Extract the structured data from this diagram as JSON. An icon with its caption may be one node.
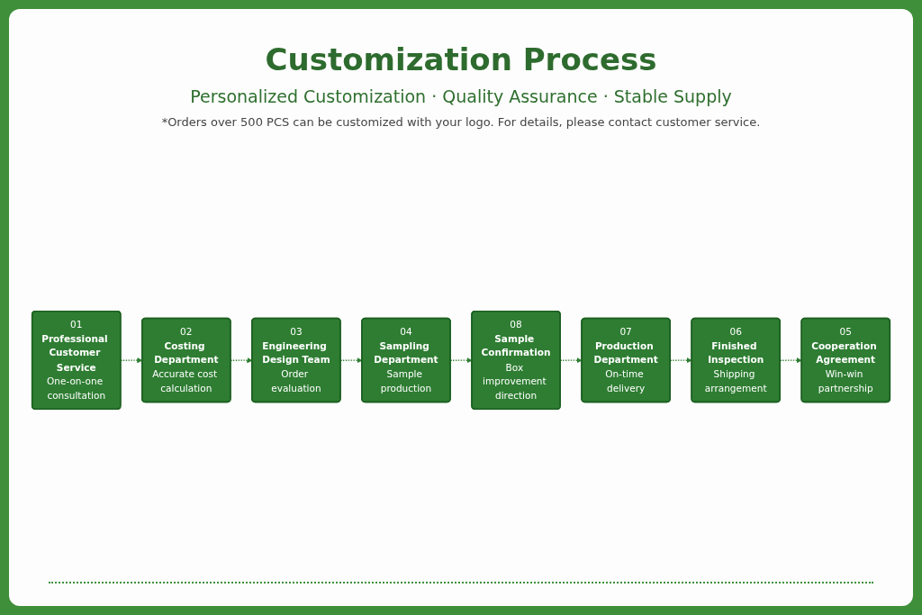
{
  "diagram": {
    "title": "Customization Process",
    "nodes": [
      {
        "text": [
          "01",
          "Professional Customer Service",
          "One-on-one consultation"
        ]
      },
      {
        "text": [
          "02",
          "Costing Department",
          "Accurate cost calculation"
        ]
      },
      {
        "text": [
          "03",
          "Engineering Design Team",
          "Order evaluation"
        ]
      },
      {
        "text": [
          "04",
          "Sampling Department",
          "Sample production"
        ]
      },
      {
        "text": [
          "05",
          "Cooperation Agreement",
          "Win-win partnership"
        ]
      },
      {
        "text": [
          "06",
          "Finished Inspection",
          "Shipping arrangement"
        ]
      },
      {
        "text": [
          "07",
          "Production Department",
          "On-time delivery"
        ]
      },
      {
        "text": [
          "08",
          "Sample Confirmation",
          "Box improvement direction"
        ]
      }
    ],
    "edges": [
      {
        "from": 0,
        "to": 1,
        "arrow": "to",
        "style": "dashed"
      },
      {
        "from": 1,
        "to": 2,
        "arrow": "to",
        "style": "dashed"
      },
      {
        "from": 2,
        "to": 3,
        "arrow": "to",
        "style": "dashed"
      },
      {
        "from": 3,
        "to": 7,
        "arrow": "to",
        "style": "dashed"
      },
      {
        "from": 7,
        "to": 6,
        "arrow": "to",
        "style": "dashed"
      },
      {
        "from": 6,
        "to": 5,
        "arrow": "to",
        "style": "dashed"
      },
      {
        "from": 5,
        "to": 4,
        "arrow": "to",
        "style": "dashed"
      }
    ],
    "labels": [
      "Personalized Customization · Quality Assurance · Stable Supply",
      "*Orders over 500 PCS can be customized with your logo. For details, please contact customer service."
    ]
  }
}
